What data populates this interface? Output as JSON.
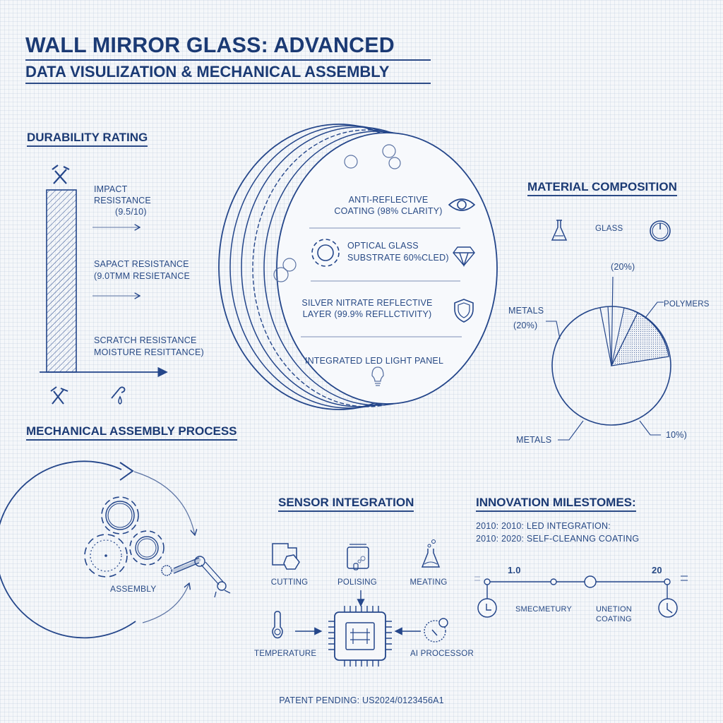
{
  "header": {
    "title": "WALL MIRROR GLASS: ADVANCED",
    "subtitle": "DATA VISULIZATION & MECHANICAL ASSEMBLY"
  },
  "durability": {
    "heading": "DURABILITY RATING",
    "icons": {
      "top": "hammer-wrench-icon",
      "bottom_left": "hammer-wrench-icon",
      "bottom_right": "water-drop-wrench-icon"
    },
    "labels": [
      {
        "line1": "IMPACT",
        "line2": "RESISTANCE",
        "line3": "(9.5/10)"
      },
      {
        "line1": "SAPACT RESISTANCE",
        "line2": "(9.0TMM RESIETANCE"
      },
      {
        "line1": "SCRATCH RESISTANCE",
        "line2": "MOISTURE RESITTANCE)"
      }
    ]
  },
  "layers": {
    "items": [
      {
        "line1": "ANTI-REFLECTIVE",
        "line2": "COATING (98% CLARITY)",
        "icon": "eye-icon"
      },
      {
        "line1": "OPTICAL GLASS",
        "line2": "SUBSTRATE 60%CLED)",
        "icon": "diamond-icon",
        "left_icon": "gear-icon"
      },
      {
        "line1": "SILVER NITRATE REFLECTIVE",
        "line2": "LAYER (99.9% REFLLCTIVITY)",
        "icon": "shield-icon"
      },
      {
        "line1": "INTEGRATED LED LIGHT PANEL",
        "icon": "lightbulb-icon"
      }
    ]
  },
  "material": {
    "heading": "MATERIAL COMPOSITION",
    "glass_label": "GLASS",
    "icons": {
      "left": "flask-icon",
      "right": "power-icon"
    },
    "labels": {
      "top_pct": "(20%)",
      "metals_top": "METALS",
      "metals_top_pct": "(20%)",
      "polymers": "POLYMERS",
      "metals_bottom": "METALS",
      "bottom_pct": "10%)"
    }
  },
  "chart_data": {
    "type": "pie",
    "title": "MATERIAL COMPOSITION",
    "slices": [
      {
        "label": "GLASS",
        "value": null,
        "note": "large unlabeled main slice"
      },
      {
        "label": "METALS",
        "value": 20
      },
      {
        "label": "POLYMERS",
        "value": null,
        "note": "dotted shaded slice"
      },
      {
        "label": "(20%)",
        "value": 20
      },
      {
        "label": "10%)",
        "value": 10
      }
    ],
    "annotations": [
      "(20%)",
      "METALS (20%)",
      "POLYMERS",
      "METALS",
      "10%)"
    ],
    "legend": "none"
  },
  "assembly": {
    "heading": "MECHANICAL ASSEMBLY PROCESS",
    "center_label": "ASSEMBLY",
    "icons": [
      "cycle-arrow-icon",
      "gear-icon",
      "robot-arm-icon"
    ]
  },
  "sensor": {
    "heading": "SENSOR INTEGRATION",
    "top_items": [
      {
        "label": "CUTTING",
        "icon": "cutting-icon"
      },
      {
        "label": "POLISING",
        "icon": "polishing-icon"
      },
      {
        "label": "MEATING",
        "icon": "flask-icon"
      }
    ],
    "bottom_left": {
      "label": "TEMPERATURE",
      "icon": "thermometer-icon"
    },
    "bottom_right": {
      "label": "AI PROCESSOR",
      "icon": "ai-processor-icon"
    },
    "center_icon": "chip-icon"
  },
  "milestones": {
    "heading": "INNOVATION MILESTOMES:",
    "lines": [
      "2010: 2010: LED INTEGRATION:",
      "2010: 2020: SELF-CLEANNG COATING"
    ],
    "timeline": {
      "start_label": "1.0",
      "end_label": "20",
      "mid_label": "SMECMETURY",
      "mid2_line1": "UNETION",
      "mid2_line2": "COATING"
    }
  },
  "footer": {
    "patent": "PATENT PENDING: US2024/0123456A1"
  },
  "colors": {
    "ink": "#1b3a74",
    "line": "#24468a",
    "background": "#f5f7fa"
  }
}
